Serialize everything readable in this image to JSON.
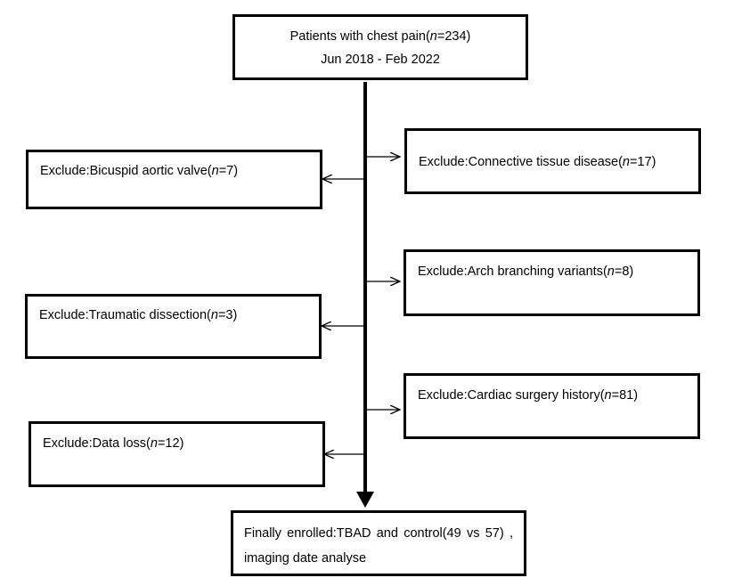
{
  "top_box": {
    "line1_prefix": "Patients with chest pain(",
    "line1_n": "n",
    "line1_suffix": "=234)",
    "line2": "Jun 2018 - Feb 2022"
  },
  "left_boxes": [
    {
      "prefix": "Exclude:Bicuspid aortic valve(",
      "n": "n",
      "suffix": "=7)"
    },
    {
      "prefix": "Exclude:Traumatic dissection(",
      "n": "n",
      "suffix": "=3)"
    },
    {
      "prefix": "Exclude:Data loss(",
      "n": "n",
      "suffix": "=12)"
    }
  ],
  "right_boxes": [
    {
      "prefix": "Exclude:Connective tissue disease(",
      "n": "n",
      "suffix": "=17)"
    },
    {
      "prefix": "Exclude:Arch branching variants(",
      "n": "n",
      "suffix": "=8)"
    },
    {
      "prefix": "Exclude:Cardiac surgery history(",
      "n": "n",
      "suffix": "=81)"
    }
  ],
  "bottom_box": {
    "text": "Finally enrolled:TBAD and control(49 vs 57) , imaging date analyse"
  }
}
